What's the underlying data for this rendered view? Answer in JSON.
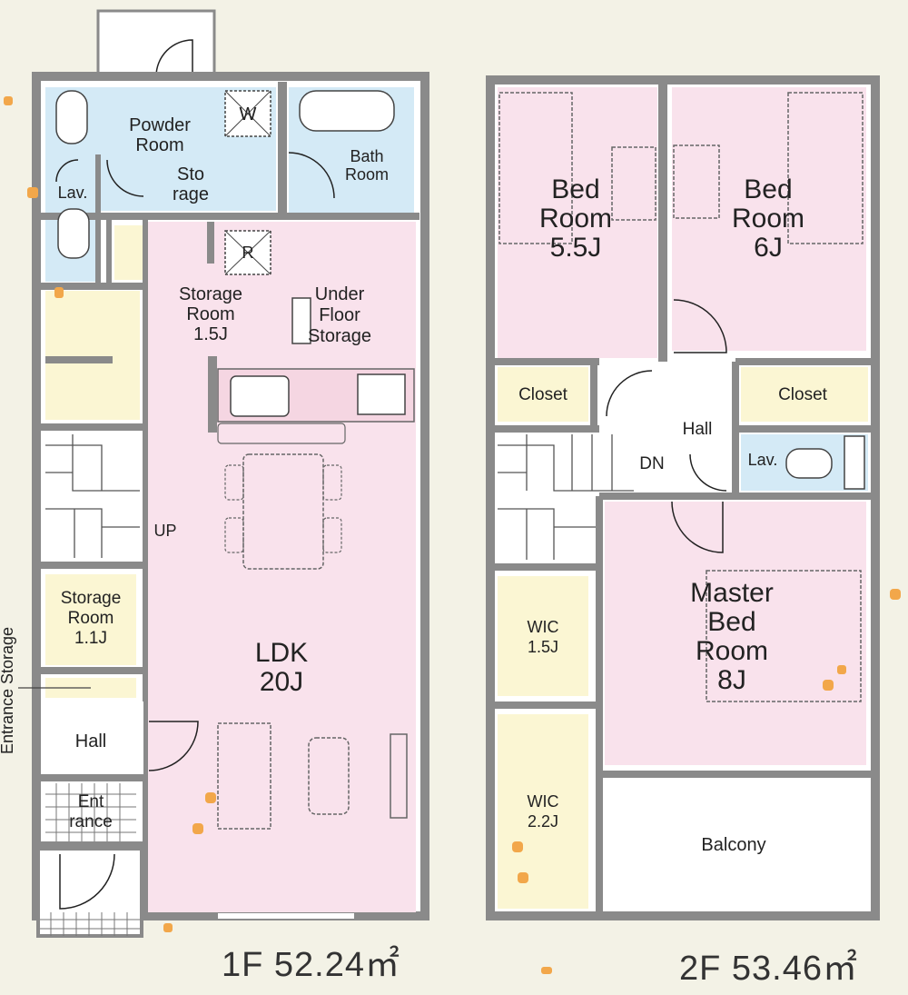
{
  "colors": {
    "pink": "#f9e2ec",
    "blue": "#d4eaf6",
    "yellow": "#fbf6d3",
    "wall": "#8a8a8a",
    "balcony": "#ffffff",
    "background": "#f3f2e6",
    "dot": "#f2a74a"
  },
  "floor1": {
    "powder_room": [
      "Powder",
      "Room"
    ],
    "storage": [
      "Sto",
      "rage"
    ],
    "washer": "W",
    "bath_room": [
      "Bath",
      "Room"
    ],
    "lav": "Lav.",
    "refrigerator": "R",
    "storage_room": [
      "Storage",
      "Room",
      "1.5J"
    ],
    "under_floor_storage": [
      "Under",
      "Floor",
      "Storage"
    ],
    "up": "UP",
    "storage_room_small": [
      "Storage",
      "Room",
      "1.1J"
    ],
    "entrance_storage": "Entrance Storage",
    "hall": "Hall",
    "entrance": [
      "Ent",
      "rance"
    ],
    "ldk": [
      "LDK",
      "20J"
    ],
    "area": "1F 52.24㎡"
  },
  "floor2": {
    "bed_room_a": [
      "Bed",
      "Room",
      "5.5J"
    ],
    "bed_room_b": [
      "Bed",
      "Room",
      "6J"
    ],
    "closet_a": "Closet",
    "closet_b": "Closet",
    "hall": "Hall",
    "dn": "DN",
    "lav": "Lav.",
    "master": [
      "Master",
      "Bed",
      "Room",
      "8J"
    ],
    "wic_a": [
      "WIC",
      "1.5J"
    ],
    "wic_b": [
      "WIC",
      "2.2J"
    ],
    "balcony": "Balcony",
    "area": "2F 53.46㎡"
  }
}
